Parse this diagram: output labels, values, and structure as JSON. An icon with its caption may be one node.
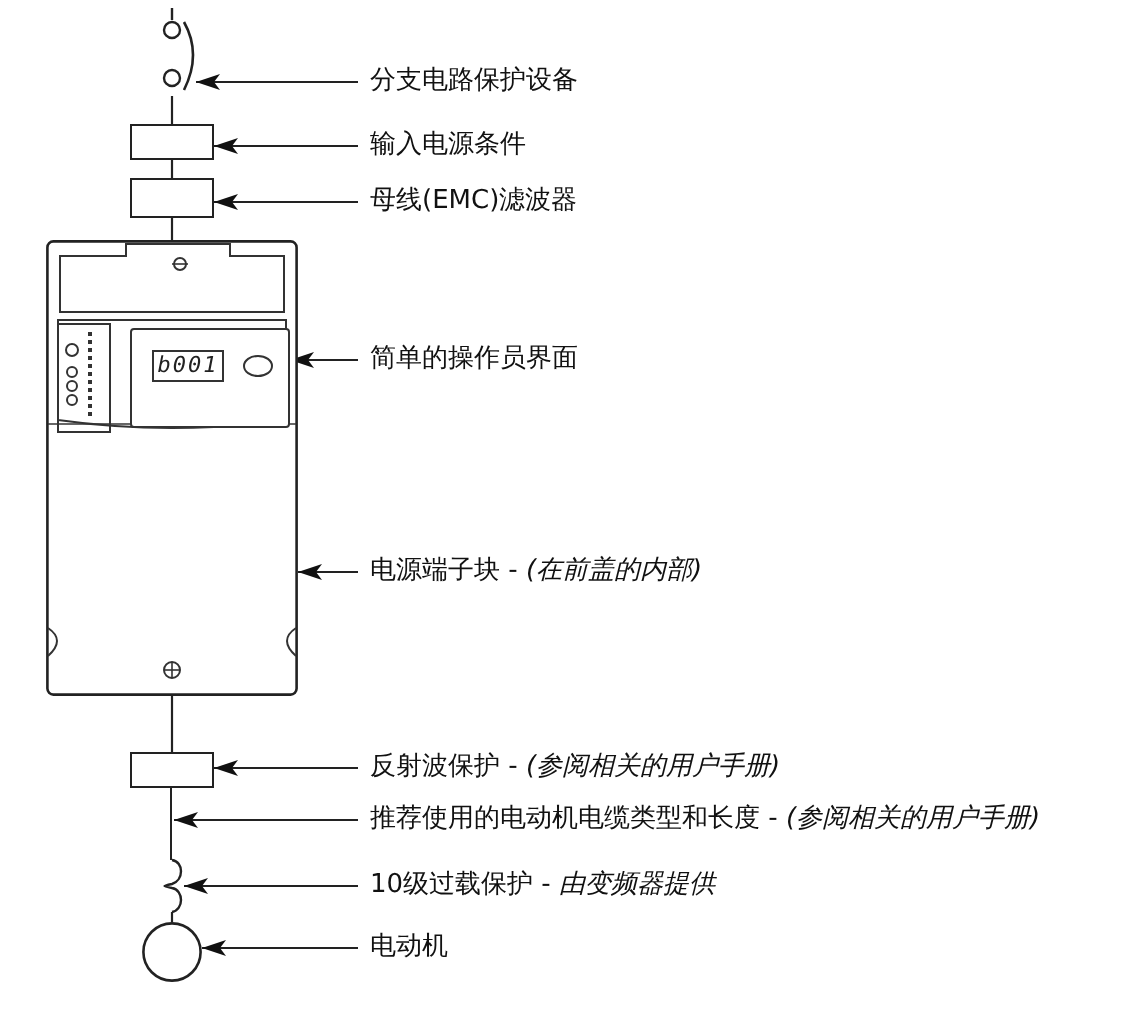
{
  "diagram": {
    "nodes": [
      {
        "text": [],
        "shape": "picture"
      },
      {
        "text": [],
        "shape": "box"
      },
      {
        "text": [],
        "shape": "box"
      },
      {
        "text": [],
        "shape": "picture"
      },
      {
        "text": [],
        "shape": "box",
        "in": 3
      },
      {
        "text": [],
        "shape": "box"
      },
      {
        "text": [],
        "shape": "picture"
      },
      {
        "text": [],
        "shape": "circle"
      },
      {
        "text": [
          "分支电路保护设备"
        ]
      },
      {
        "text": [
          "输入电源条件"
        ]
      },
      {
        "text": [
          "母线(EMC)滤波器"
        ]
      },
      {
        "text": [
          "简单的操作员界面"
        ]
      },
      {
        "text": [
          "电源端子块 - *(在前盖的内部)*"
        ]
      },
      {
        "text": [
          "反射波保护 - *(参阅相关的用户手册)*"
        ]
      },
      {
        "text": [
          "推荐使用的电动机电缆类型和长度 - *(参阅相关的用户手册)*"
        ]
      },
      {
        "text": [
          "10级过载保护 - *由变频器提供*"
        ]
      },
      {
        "text": [
          "电动机"
        ]
      },
      {
        "text": [],
        "shape": "bar"
      }
    ],
    "edges": [
      {
        "from": 0,
        "to": 1,
        "arrow": "none"
      },
      {
        "from": 1,
        "to": 2,
        "arrow": "none"
      },
      {
        "from": 2,
        "to": 3,
        "arrow": "none"
      },
      {
        "from": 3,
        "to": 5,
        "arrow": "none"
      },
      {
        "from": 6,
        "to": 7,
        "arrow": "none"
      },
      {
        "from": 8,
        "to": 0,
        "arrow": "to"
      },
      {
        "from": 9,
        "to": 1,
        "arrow": "to"
      },
      {
        "from": 10,
        "to": 2,
        "arrow": "to"
      },
      {
        "from": 11,
        "to": 4,
        "arrow": "to"
      },
      {
        "from": 12,
        "to": 3,
        "arrow": "to"
      },
      {
        "from": 13,
        "to": 5,
        "arrow": "to"
      },
      {
        "from": 14,
        "to": 17,
        "arrow": "to"
      },
      {
        "from": 15,
        "to": 6,
        "arrow": "to"
      },
      {
        "from": 16,
        "to": 7,
        "arrow": "to"
      }
    ],
    "labels": [
      "b001"
    ]
  }
}
